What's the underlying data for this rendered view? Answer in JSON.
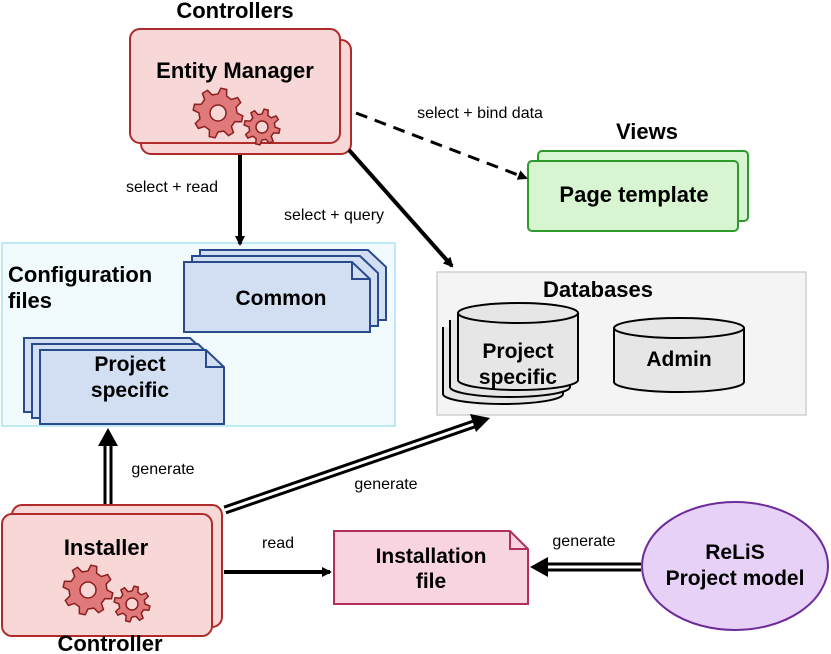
{
  "controllers": {
    "heading": "Controllers",
    "entity_manager": "Entity Manager"
  },
  "views": {
    "heading": "Views",
    "page_template": "Page template"
  },
  "config": {
    "heading_line1": "Configuration",
    "heading_line2": "files",
    "common": "Common",
    "project_line1": "Project",
    "project_line2": "specific"
  },
  "databases": {
    "heading": "Databases",
    "project_line1": "Project",
    "project_line2": "specific",
    "admin": "Admin"
  },
  "installer": {
    "label": "Installer",
    "caption": "Controller"
  },
  "installation_file": {
    "line1": "Installation",
    "line2": "file"
  },
  "model": {
    "line1": "ReLiS",
    "line2": "Project model"
  },
  "edges": {
    "select_bind": "select + bind data",
    "select_read": "select + read",
    "select_query": "select + query",
    "generate_config": "generate",
    "generate_db": "generate",
    "read": "read",
    "generate_file": "generate"
  },
  "colors": {
    "controller_fill": "#f8d7d7",
    "controller_stroke": "#b02a2a",
    "view_fill": "#d8f5d2",
    "view_stroke": "#2e9a2e",
    "config_fill": "#d2dff3",
    "config_stroke": "#294a8c",
    "db_fill": "#e6e6e6",
    "file_fill": "#f8d3e0",
    "file_stroke": "#b0305a",
    "model_fill": "#e7d1f7",
    "model_stroke": "#6d2c9a"
  }
}
